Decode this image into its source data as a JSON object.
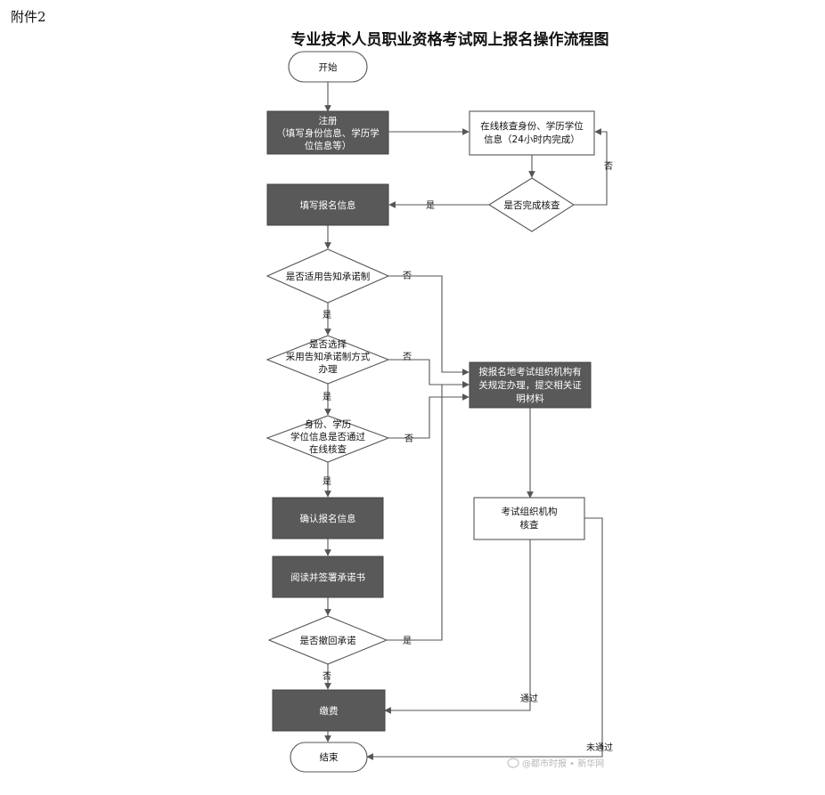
{
  "attachment_label": "附件2",
  "title": "专业技术人员职业资格考试网上报名操作流程图",
  "colors": {
    "dark_fill": "#595959",
    "line": "#555555",
    "text_light": "#ffffff",
    "text_dark": "#111111"
  },
  "nodes": {
    "start": {
      "label": [
        "开始"
      ]
    },
    "register": {
      "label": [
        "注册",
        "（填写身份信息、学历学",
        "位信息等）"
      ]
    },
    "online_verify": {
      "label": [
        "在线核查身份、学历学位",
        "信息（24小时内完成）"
      ]
    },
    "verify_done": {
      "label": [
        "是否完成核查"
      ]
    },
    "fill_info": {
      "label": [
        "填写报名信息"
      ]
    },
    "notify_applicable": {
      "label": [
        "是否适用告知承诺制"
      ]
    },
    "choose_notify": {
      "label": [
        "是否选择",
        "采用告知承诺制方式",
        "办理"
      ]
    },
    "online_passed": {
      "label": [
        "身份、学历",
        "学位信息是否通过",
        "在线核查"
      ]
    },
    "local_process": {
      "label": [
        "按报名地考试组织机构有",
        "关规定办理，提交相关证",
        "明材料"
      ]
    },
    "confirm_info": {
      "label": [
        "确认报名信息"
      ]
    },
    "sign_pledge": {
      "label": [
        "阅读并签署承诺书"
      ]
    },
    "org_verify": {
      "label": [
        "考试组织机构",
        "核查"
      ]
    },
    "withdraw": {
      "label": [
        "是否撤回承诺"
      ]
    },
    "pay": {
      "label": [
        "缴费"
      ]
    },
    "end": {
      "label": [
        "结束"
      ]
    }
  },
  "edges": {
    "yes": "是",
    "no": "否",
    "passed": "通过",
    "not_passed": "未通过"
  },
  "watermark": "@都市时报 • 新华网"
}
